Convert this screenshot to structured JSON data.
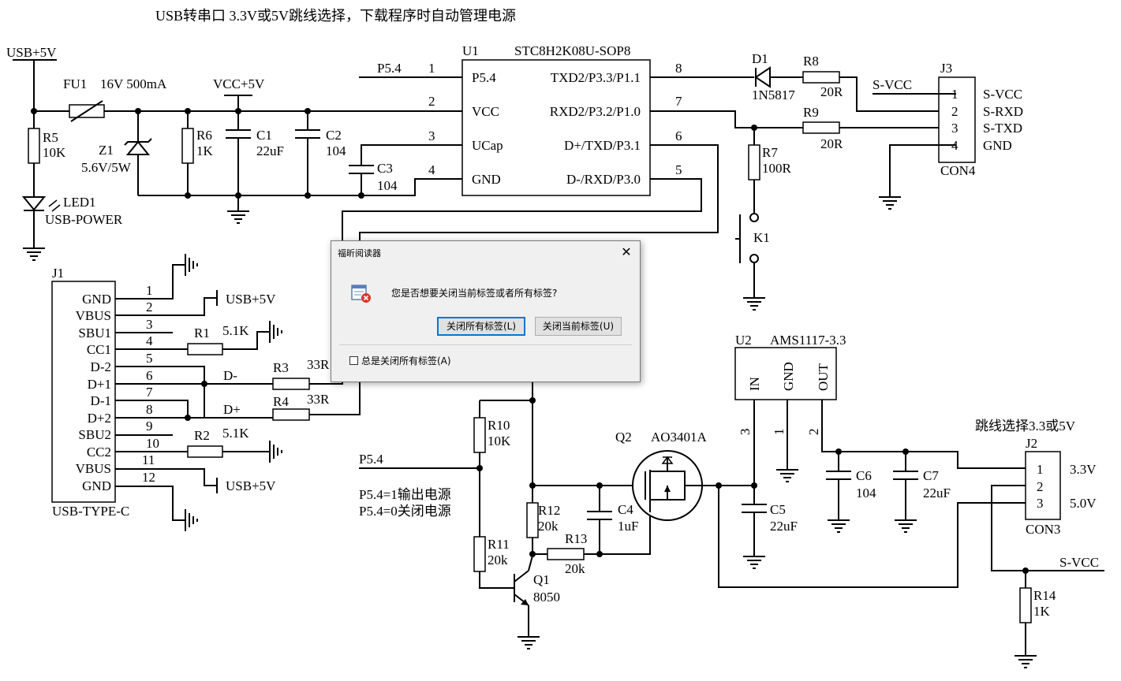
{
  "header": {
    "title": "USB转串口 3.3V或5V跳线选择，下载程序时自动管理电源"
  },
  "power": {
    "usb5v": "USB+5V",
    "vcc5v": "VCC+5V",
    "svcc": "S-VCC"
  },
  "parts": {
    "fu1": {
      "ref": "FU1",
      "value": "16V 500mA"
    },
    "r5": {
      "ref": "R5",
      "value": "10K"
    },
    "z1": {
      "ref": "Z1",
      "value": "5.6V/5W"
    },
    "r6": {
      "ref": "R6",
      "value": "1K"
    },
    "c1": {
      "ref": "C1",
      "value": "22uF"
    },
    "c2": {
      "ref": "C2",
      "value": "104"
    },
    "c3": {
      "ref": "C3",
      "value": "104"
    },
    "led1": {
      "ref": "LED1",
      "value": "USB-POWER"
    },
    "u1": {
      "ref": "U1",
      "value": "STC8H2K08U-SOP8"
    },
    "d1": {
      "ref": "D1",
      "value": "1N5817"
    },
    "r8": {
      "ref": "R8",
      "value": "20R"
    },
    "r9": {
      "ref": "R9",
      "value": "20R"
    },
    "r7": {
      "ref": "R7",
      "value": "100R"
    },
    "k1": {
      "ref": "K1"
    },
    "j3": {
      "ref": "J3",
      "value": "CON4"
    },
    "j1": {
      "ref": "J1",
      "value": "USB-TYPE-C"
    },
    "r1": {
      "ref": "R1",
      "value": "5.1K"
    },
    "r2": {
      "ref": "R2",
      "value": "5.1K"
    },
    "r3": {
      "ref": "R3",
      "value": "33R"
    },
    "r4": {
      "ref": "R4",
      "value": "33R"
    },
    "u2": {
      "ref": "U2",
      "value": "AMS1117-3.3"
    },
    "r10": {
      "ref": "R10",
      "value": "10K"
    },
    "r11": {
      "ref": "R11",
      "value": "20k"
    },
    "r12": {
      "ref": "R12",
      "value": "20k"
    },
    "r13": {
      "ref": "R13",
      "value": "20k"
    },
    "c4": {
      "ref": "C4",
      "value": "1uF"
    },
    "q1": {
      "ref": "Q1",
      "value": "8050"
    },
    "q2": {
      "ref": "Q2",
      "value": "AO3401A"
    },
    "c5": {
      "ref": "C5",
      "value": "22uF"
    },
    "c6": {
      "ref": "C6",
      "value": "104"
    },
    "c7": {
      "ref": "C7",
      "value": "22uF"
    },
    "j2": {
      "ref": "J2",
      "value": "CON3",
      "title": "跳线选择3.3或5V"
    },
    "r14": {
      "ref": "R14",
      "value": "1K"
    }
  },
  "u1_pins": {
    "left": [
      {
        "num": "1",
        "name": "P5.4"
      },
      {
        "num": "2",
        "name": "VCC"
      },
      {
        "num": "3",
        "name": "UCap"
      },
      {
        "num": "4",
        "name": "GND"
      }
    ],
    "right": [
      {
        "num": "8",
        "name": "TXD2/P3.3/P1.1"
      },
      {
        "num": "7",
        "name": "RXD2/P3.2/P1.0"
      },
      {
        "num": "6",
        "name": "D+/TXD/P3.1"
      },
      {
        "num": "5",
        "name": "D-/RXD/P3.0"
      }
    ]
  },
  "j3_pins": [
    {
      "num": "1",
      "name": "S-VCC"
    },
    {
      "num": "2",
      "name": "S-RXD"
    },
    {
      "num": "3",
      "name": "S-TXD"
    },
    {
      "num": "4",
      "name": "GND"
    }
  ],
  "j1_pins": [
    {
      "num": "1",
      "name": "GND"
    },
    {
      "num": "2",
      "name": "VBUS"
    },
    {
      "num": "3",
      "name": "SBU1"
    },
    {
      "num": "4",
      "name": "CC1"
    },
    {
      "num": "5",
      "name": "D-2"
    },
    {
      "num": "6",
      "name": "D+1"
    },
    {
      "num": "7",
      "name": "D-1"
    },
    {
      "num": "8",
      "name": "D+2"
    },
    {
      "num": "9",
      "name": "SBU2"
    },
    {
      "num": "10",
      "name": "CC2"
    },
    {
      "num": "11",
      "name": "VBUS"
    },
    {
      "num": "12",
      "name": "GND"
    }
  ],
  "u2_pins": [
    {
      "num": "3",
      "name": "IN"
    },
    {
      "num": "1",
      "name": "GND"
    },
    {
      "num": "2",
      "name": "OUT"
    }
  ],
  "j2_pins": [
    {
      "num": "1",
      "name": "3.3V"
    },
    {
      "num": "2",
      "name": ""
    },
    {
      "num": "3",
      "name": "5.0V"
    }
  ],
  "nets": {
    "p54": "P5.4",
    "dminus": "D-",
    "dplus": "D+"
  },
  "notes": {
    "line1": "P5.4=1输出电源",
    "line2": "P5.4=0关闭电源"
  },
  "dialog": {
    "title": "福昕阅读器",
    "message": "您是否想要关闭当前标签或者所有标签?",
    "close_all_button": "关闭所有标签(L)",
    "close_current_button": "关闭当前标签(U)",
    "checkbox_label": "总是关闭所有标签(A)",
    "checkbox_checked": false
  }
}
